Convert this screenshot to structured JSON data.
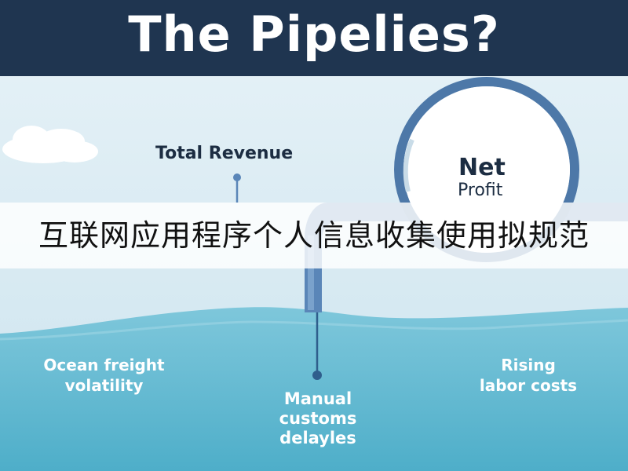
{
  "header": {
    "title": "The Pipelies?"
  },
  "diagram": {
    "top_label": "Total Revenue",
    "lens_title": "Net",
    "lens_subtitle": "Profit",
    "left_label_line1": "Ocean freight",
    "left_label_line2": "volatility",
    "right_label_line1": "Rising",
    "right_label_line2": "labor costs",
    "bottom_label_line1": "Manual",
    "bottom_label_line2": "customs",
    "bottom_label_line3": "delayles"
  },
  "overlay": {
    "banner_text": "互联网应用程序个人信息收集使用拟规范"
  },
  "colors": {
    "header_bg": "#1f3550",
    "sky": "#dcedf4",
    "water": "#66bcd3",
    "pipe": "#5a86b8",
    "lens_ring": "#4d78a8"
  },
  "icons": [
    "cloud-icon",
    "magnifier-lens-icon",
    "pipe-icon"
  ]
}
